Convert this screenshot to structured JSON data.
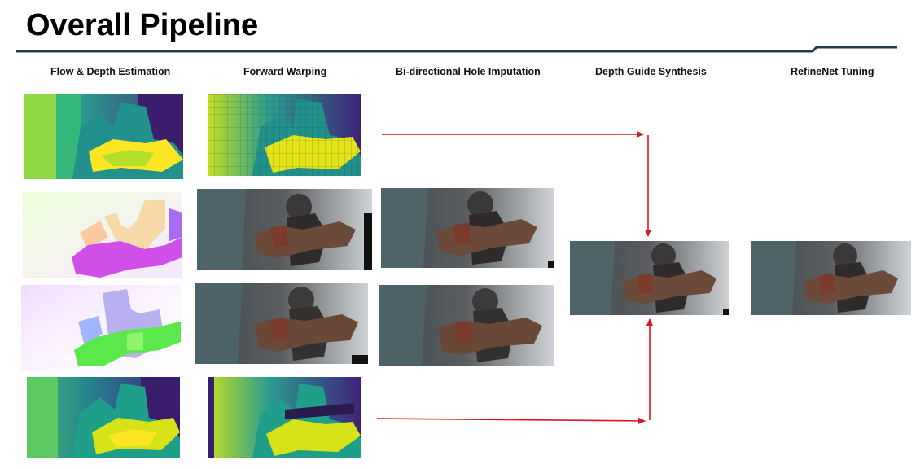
{
  "slide": {
    "title": "Overall Pipeline"
  },
  "columns": [
    {
      "label": "Flow & Depth Estimation"
    },
    {
      "label": "Forward Warping"
    },
    {
      "label": "Bi-directional Hole Imputation"
    },
    {
      "label": "Depth Guide Synthesis"
    },
    {
      "label": "RefineNet Tuning"
    }
  ],
  "colors": {
    "title_rule": "#1f3b57",
    "arrow": "#e0141e"
  }
}
